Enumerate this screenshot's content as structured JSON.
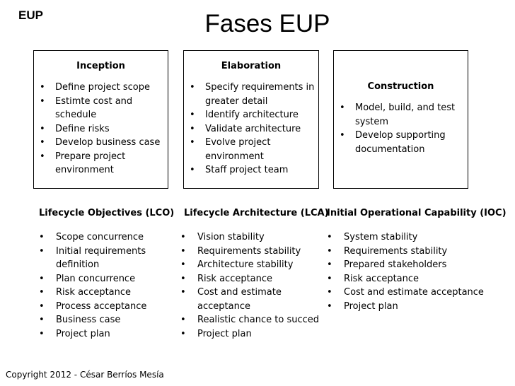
{
  "header": {
    "corner_label": "EUP",
    "title": "Fases EUP"
  },
  "phases": [
    {
      "title": "Inception",
      "items": [
        "Define project scope",
        "Estimte cost and schedule",
        "Define risks",
        "Develop business case",
        "Prepare project environment"
      ]
    },
    {
      "title": "Elaboration",
      "items": [
        "Specify requirements in greater detail",
        "Identify architecture",
        "Validate architecture",
        "Evolve project environment",
        "Staff project team"
      ]
    },
    {
      "title": "Construction",
      "items": [
        "Model, build, and test system",
        "Develop supporting documentation"
      ]
    }
  ],
  "milestones": [
    {
      "title": "Lifecycle Objectives (LCO)",
      "items": [
        "Scope concurrence",
        "Initial requirements definition",
        "Plan concurrence",
        "Risk acceptance",
        "Process acceptance",
        "Business case",
        "Project plan"
      ]
    },
    {
      "title": "Lifecycle Architecture (LCA)",
      "items": [
        "Vision stability",
        "Requirements stability",
        "Architecture stability",
        "Risk acceptance",
        "Cost and estimate acceptance",
        "Realistic chance to succed",
        "Project plan"
      ]
    },
    {
      "title": "Initial Operational Capability (IOC)",
      "items": [
        "System stability",
        "Requirements stability",
        "Prepared stakeholders",
        "Risk acceptance",
        "Cost and estimate acceptance",
        "Project plan"
      ]
    }
  ],
  "bullet_glyph": "•",
  "footer": {
    "copyright": "Copyright 2012 - César Berríos Mesía"
  }
}
